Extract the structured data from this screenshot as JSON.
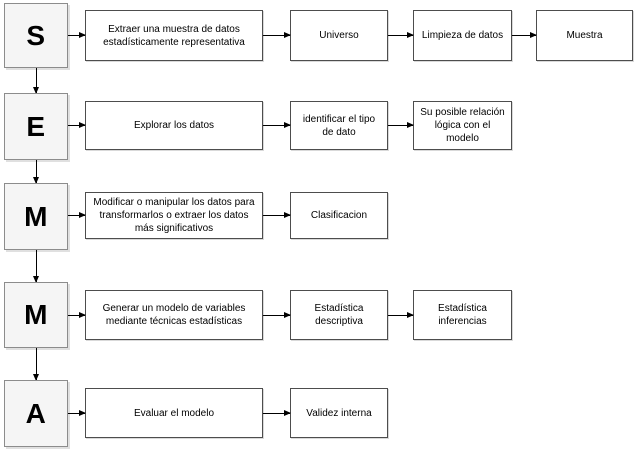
{
  "diagram": {
    "name": "SEMMA methodology flowchart",
    "colors": {
      "background": "#ffffff",
      "letter_box_fill": "#f5f5f5",
      "letter_box_border": "#8c8c8c",
      "step_box_fill": "#ffffff",
      "step_box_border": "#4d4d4d",
      "arrow": "#000000",
      "text": "#000000"
    },
    "rows": [
      {
        "letter": "S",
        "boxes": [
          "Extraer una muestra de datos estadísticamente representativa",
          "Universo",
          "Limpieza de datos",
          "Muestra"
        ]
      },
      {
        "letter": "E",
        "boxes": [
          "Explorar los datos",
          "identificar el tipo de dato",
          "Su posible relación lógica con el modelo"
        ]
      },
      {
        "letter": "M",
        "boxes": [
          "Modificar o manipular los datos para transformarlos o extraer los datos más significativos",
          "Clasificacion"
        ]
      },
      {
        "letter": "M",
        "boxes": [
          "Generar un modelo de variables mediante técnicas estadísticas",
          "Estadística descriptiva",
          "Estadística inferencias"
        ]
      },
      {
        "letter": "A",
        "boxes": [
          "Evaluar el modelo",
          "Validez interna"
        ]
      }
    ]
  }
}
